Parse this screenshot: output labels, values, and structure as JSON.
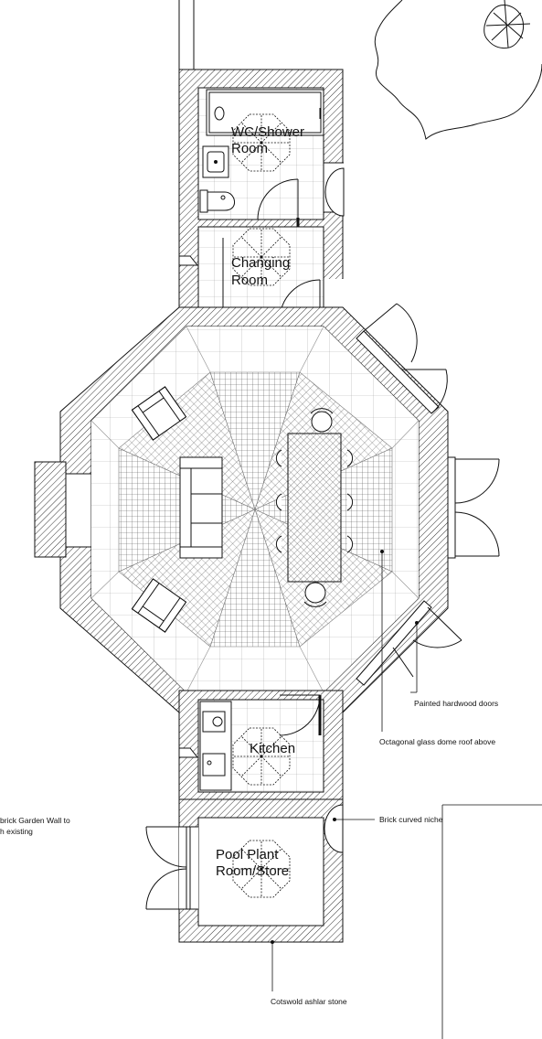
{
  "rooms": {
    "wc_shower": [
      "WC/Shower",
      "Room"
    ],
    "changing": [
      "Changing",
      "Room"
    ],
    "kitchen": "Kitchen",
    "pool_plant": [
      "Pool Plant",
      "Room/Store"
    ]
  },
  "annotations": {
    "doors": "Painted hardwood doors",
    "dome": "Octagonal glass dome roof above",
    "niche": "Brick curved niche",
    "stone": "Cotswold ashlar stone",
    "wall_line1": "brick Garden Wall to",
    "wall_line2": "h existing"
  },
  "colors": {
    "line": "#111111",
    "fill": "#ffffff",
    "hatch": "#333333",
    "grid": "#555555",
    "light_line": "#999999"
  }
}
